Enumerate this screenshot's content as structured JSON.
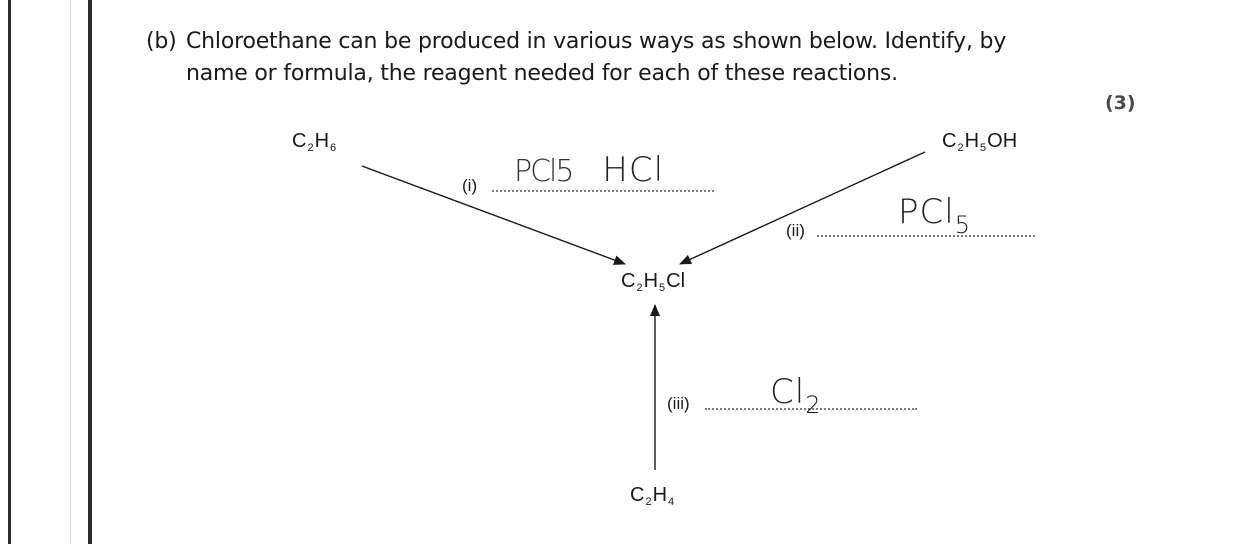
{
  "question": {
    "part": "(b)",
    "line1": "Chloroethane can be produced in various ways as shown below.  Identify, by",
    "line2": "name or formula, the reagent needed for each of these reactions.",
    "marks": "(3)"
  },
  "formulas": {
    "ethane": {
      "c": "C",
      "c_sub": "2",
      "h": "H",
      "h_sub": "6",
      "rest": ""
    },
    "ethanol": {
      "c": "C",
      "c_sub": "2",
      "h": "H",
      "h_sub": "5",
      "rest": "OH"
    },
    "chloroethane": {
      "c": "C",
      "c_sub": "2",
      "h": "H",
      "h_sub": "5",
      "rest": "Cl"
    },
    "ethene": {
      "c": "C",
      "c_sub": "2",
      "h": "H",
      "h_sub": "4",
      "rest": ""
    }
  },
  "reactions": [
    {
      "label": "(i)",
      "scribble": "PCl5",
      "answer": "HCl",
      "answer_sub": ""
    },
    {
      "label": "(ii)",
      "scribble": "",
      "answer": "PCl",
      "answer_sub": "5"
    },
    {
      "label": "(iii)",
      "scribble": "",
      "answer": "Cl",
      "answer_sub": "2"
    }
  ]
}
